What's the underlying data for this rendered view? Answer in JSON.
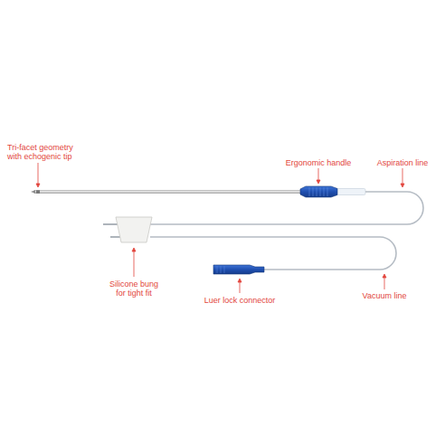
{
  "diagram": {
    "labels": [
      "Tri-facet geometry with echogenic tip",
      "Ergonomic handle",
      "Aspiration line",
      "Silicone bung for tight fit",
      "Luer lock connector",
      "Vacuum line"
    ]
  }
}
